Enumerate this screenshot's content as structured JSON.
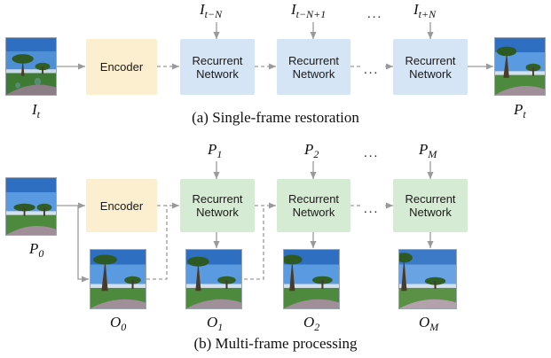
{
  "panel_a": {
    "caption": "(a) Single-frame restoration",
    "encoder_label": "Encoder",
    "network_label": "Recurrent\nNetwork",
    "input_label": {
      "base": "I",
      "sub": "t"
    },
    "output_label": {
      "base": "P",
      "sub": "t"
    },
    "top_inputs": [
      {
        "base": "I",
        "sub": "t−N"
      },
      {
        "base": "I",
        "sub": "t−N+1"
      },
      {
        "base": "I",
        "sub": "t+N"
      }
    ],
    "ellipsis": "..."
  },
  "panel_b": {
    "caption": "(b) Multi-frame processing",
    "encoder_label": "Encoder",
    "network_label": "Recurrent\nNetwork",
    "input_label": {
      "base": "P",
      "sub": "0"
    },
    "top_inputs": [
      {
        "base": "P",
        "sub": "1"
      },
      {
        "base": "P",
        "sub": "2"
      },
      {
        "base": "P",
        "sub": "M"
      }
    ],
    "outputs": [
      {
        "base": "O",
        "sub": "0"
      },
      {
        "base": "O",
        "sub": "1"
      },
      {
        "base": "O",
        "sub": "2"
      },
      {
        "base": "O",
        "sub": "M"
      }
    ],
    "ellipsis": "..."
  },
  "colors": {
    "encoder_fill": "#fcefcf",
    "network_fill_a": "#d5e5f6",
    "network_fill_b": "#d6ebd3",
    "arrow": "#9a9a9a"
  },
  "icons": [
    "landscape-photo-thumbnail"
  ]
}
